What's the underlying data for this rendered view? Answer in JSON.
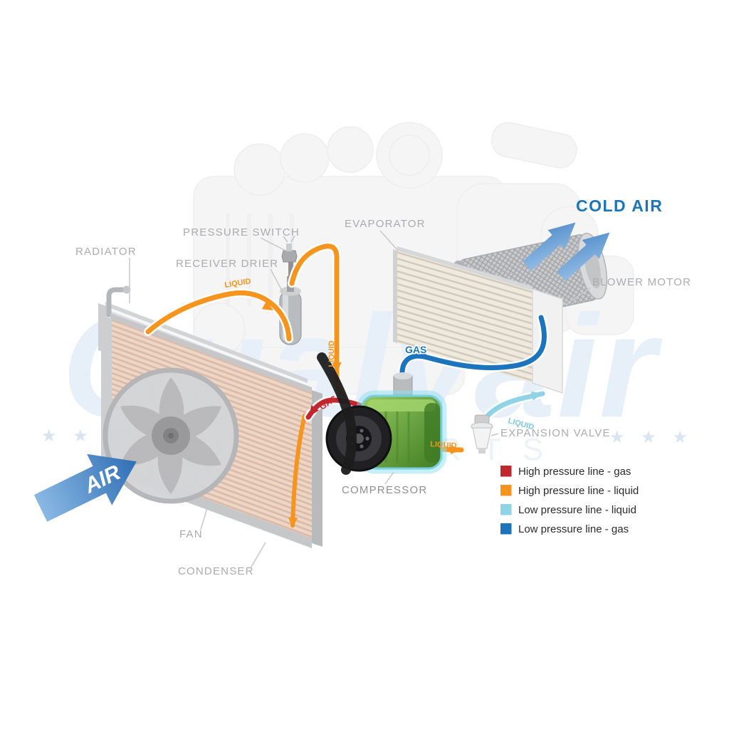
{
  "components": {
    "radiator": {
      "label": "RADIATOR"
    },
    "pressure_switch": {
      "label": "PRESSURE SWITCH"
    },
    "receiver_drier": {
      "label": "RECEIVER DRIER"
    },
    "evaporator": {
      "label": "EVAPORATOR"
    },
    "blower_motor": {
      "label": "BLOWER MOTOR"
    },
    "expansion_valve": {
      "label": "EXPANSION VALVE"
    },
    "compressor": {
      "label": "COMPRESSOR"
    },
    "fan": {
      "label": "FAN"
    },
    "condenser": {
      "label": "CONDENSER"
    }
  },
  "flow": {
    "cold_air": "COLD AIR",
    "air": "AIR",
    "gas_high": "GAS",
    "gas_low": "GAS",
    "liquid_high_1": "LIQUID",
    "liquid_high_2": "LIQUID",
    "liquid_high_3": "LIQUID",
    "liquid_low": "LIQUID"
  },
  "legend": {
    "items": [
      {
        "color": "#c1272d",
        "label": "High pressure line - gas"
      },
      {
        "color": "#f7941d",
        "label": "High pressure line - liquid"
      },
      {
        "color": "#8ed3e6",
        "label": "Low pressure line - liquid"
      },
      {
        "color": "#1c75bc",
        "label": "Low pressure line - gas"
      }
    ]
  },
  "watermark": {
    "brand": "Qualyair",
    "stars": "★ ★ ★",
    "tagline": "AUTO PARTS"
  },
  "colors": {
    "cold_air_blue": "#1b75bb",
    "label_gray": "#aaabae"
  }
}
